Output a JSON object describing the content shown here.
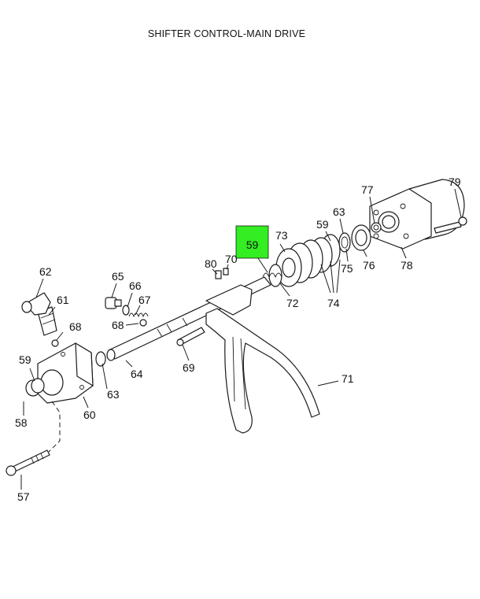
{
  "title": "SHIFTER CONTROL-MAIN DRIVE",
  "highlight_color": "#33ee22",
  "callouts": [
    {
      "id": "c57",
      "text": "57"
    },
    {
      "id": "c58",
      "text": "58"
    },
    {
      "id": "c59a",
      "text": "59"
    },
    {
      "id": "c60",
      "text": "60"
    },
    {
      "id": "c61",
      "text": "61"
    },
    {
      "id": "c62",
      "text": "62"
    },
    {
      "id": "c63a",
      "text": "63"
    },
    {
      "id": "c64",
      "text": "64"
    },
    {
      "id": "c65",
      "text": "65"
    },
    {
      "id": "c66",
      "text": "66"
    },
    {
      "id": "c67",
      "text": "67"
    },
    {
      "id": "c68a",
      "text": "68"
    },
    {
      "id": "c68b",
      "text": "68"
    },
    {
      "id": "c69",
      "text": "69"
    },
    {
      "id": "c70",
      "text": "70"
    },
    {
      "id": "c71",
      "text": "71"
    },
    {
      "id": "c72",
      "text": "72"
    },
    {
      "id": "c73",
      "text": "73"
    },
    {
      "id": "c74",
      "text": "74"
    },
    {
      "id": "c59b",
      "text": "59"
    },
    {
      "id": "c63b",
      "text": "63"
    },
    {
      "id": "c75",
      "text": "75"
    },
    {
      "id": "c76",
      "text": "76"
    },
    {
      "id": "c77",
      "text": "77"
    },
    {
      "id": "c78",
      "text": "78"
    },
    {
      "id": "c79",
      "text": "79"
    },
    {
      "id": "c80",
      "text": "80"
    },
    {
      "id": "c59hl",
      "text": "59"
    }
  ]
}
